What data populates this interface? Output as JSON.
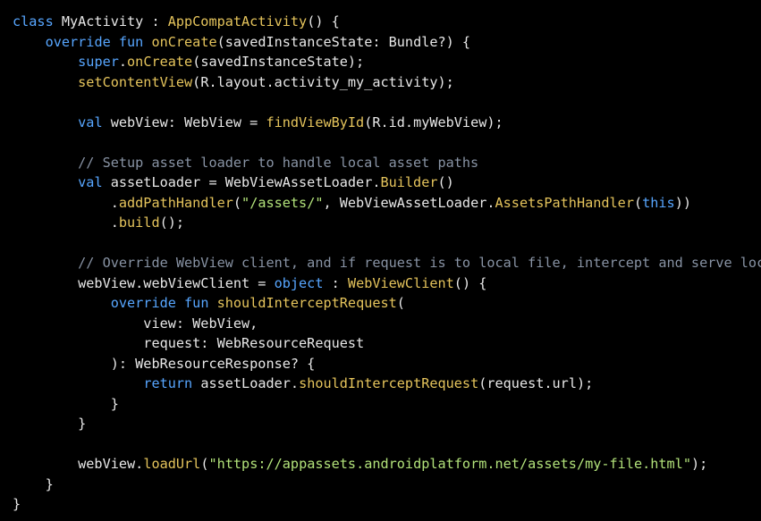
{
  "colors": {
    "background": "#000000",
    "text": "#e8e8e8",
    "keyword": "#57a6ff",
    "function": "#e5c45c",
    "string": "#b2e27a",
    "comment": "#8893a4"
  },
  "lines": [
    [
      {
        "t": "class",
        "c": "keyword"
      },
      {
        "t": " MyActivity : ",
        "c": "text"
      },
      {
        "t": "AppCompatActivity",
        "c": "function"
      },
      {
        "t": "() {",
        "c": "text"
      }
    ],
    [
      {
        "t": "    ",
        "c": "text"
      },
      {
        "t": "override fun",
        "c": "keyword"
      },
      {
        "t": " ",
        "c": "text"
      },
      {
        "t": "onCreate",
        "c": "function"
      },
      {
        "t": "(savedInstanceState: Bundle?) {",
        "c": "text"
      }
    ],
    [
      {
        "t": "        ",
        "c": "text"
      },
      {
        "t": "super",
        "c": "keyword"
      },
      {
        "t": ".",
        "c": "text"
      },
      {
        "t": "onCreate",
        "c": "function"
      },
      {
        "t": "(savedInstanceState);",
        "c": "text"
      }
    ],
    [
      {
        "t": "        ",
        "c": "text"
      },
      {
        "t": "setContentView",
        "c": "function"
      },
      {
        "t": "(R.layout.activity_my_activity);",
        "c": "text"
      }
    ],
    [],
    [
      {
        "t": "        ",
        "c": "text"
      },
      {
        "t": "val",
        "c": "keyword"
      },
      {
        "t": " webView: WebView = ",
        "c": "text"
      },
      {
        "t": "findViewById",
        "c": "function"
      },
      {
        "t": "(R.id.myWebView);",
        "c": "text"
      }
    ],
    [],
    [
      {
        "t": "        // Setup asset loader to handle local asset paths",
        "c": "comment"
      }
    ],
    [
      {
        "t": "        ",
        "c": "text"
      },
      {
        "t": "val",
        "c": "keyword"
      },
      {
        "t": " assetLoader = WebViewAssetLoader.",
        "c": "text"
      },
      {
        "t": "Builder",
        "c": "function"
      },
      {
        "t": "()",
        "c": "text"
      }
    ],
    [
      {
        "t": "            .",
        "c": "text"
      },
      {
        "t": "addPathHandler",
        "c": "function"
      },
      {
        "t": "(",
        "c": "text"
      },
      {
        "t": "\"/assets/\"",
        "c": "string"
      },
      {
        "t": ", WebViewAssetLoader.",
        "c": "text"
      },
      {
        "t": "AssetsPathHandler",
        "c": "function"
      },
      {
        "t": "(",
        "c": "text"
      },
      {
        "t": "this",
        "c": "keyword"
      },
      {
        "t": "))",
        "c": "text"
      }
    ],
    [
      {
        "t": "            .",
        "c": "text"
      },
      {
        "t": "build",
        "c": "function"
      },
      {
        "t": "();",
        "c": "text"
      }
    ],
    [],
    [
      {
        "t": "        // Override WebView client, and if request is to local file, intercept and serve local",
        "c": "comment"
      }
    ],
    [
      {
        "t": "        webView.webViewClient = ",
        "c": "text"
      },
      {
        "t": "object",
        "c": "keyword"
      },
      {
        "t": " : ",
        "c": "text"
      },
      {
        "t": "WebViewClient",
        "c": "function"
      },
      {
        "t": "() {",
        "c": "text"
      }
    ],
    [
      {
        "t": "            ",
        "c": "text"
      },
      {
        "t": "override fun",
        "c": "keyword"
      },
      {
        "t": " ",
        "c": "text"
      },
      {
        "t": "shouldInterceptRequest",
        "c": "function"
      },
      {
        "t": "(",
        "c": "text"
      }
    ],
    [
      {
        "t": "                view: WebView,",
        "c": "text"
      }
    ],
    [
      {
        "t": "                request: WebResourceRequest",
        "c": "text"
      }
    ],
    [
      {
        "t": "            ): WebResourceResponse? {",
        "c": "text"
      }
    ],
    [
      {
        "t": "                ",
        "c": "text"
      },
      {
        "t": "return",
        "c": "keyword"
      },
      {
        "t": " assetLoader.",
        "c": "text"
      },
      {
        "t": "shouldInterceptRequest",
        "c": "function"
      },
      {
        "t": "(request.url);",
        "c": "text"
      }
    ],
    [
      {
        "t": "            }",
        "c": "text"
      }
    ],
    [
      {
        "t": "        }",
        "c": "text"
      }
    ],
    [],
    [
      {
        "t": "        webView.",
        "c": "text"
      },
      {
        "t": "loadUrl",
        "c": "function"
      },
      {
        "t": "(",
        "c": "text"
      },
      {
        "t": "\"https://appassets.androidplatform.net/assets/my-file.html\"",
        "c": "string"
      },
      {
        "t": ");",
        "c": "text"
      }
    ],
    [
      {
        "t": "    }",
        "c": "text"
      }
    ],
    [
      {
        "t": "}",
        "c": "text"
      }
    ]
  ]
}
